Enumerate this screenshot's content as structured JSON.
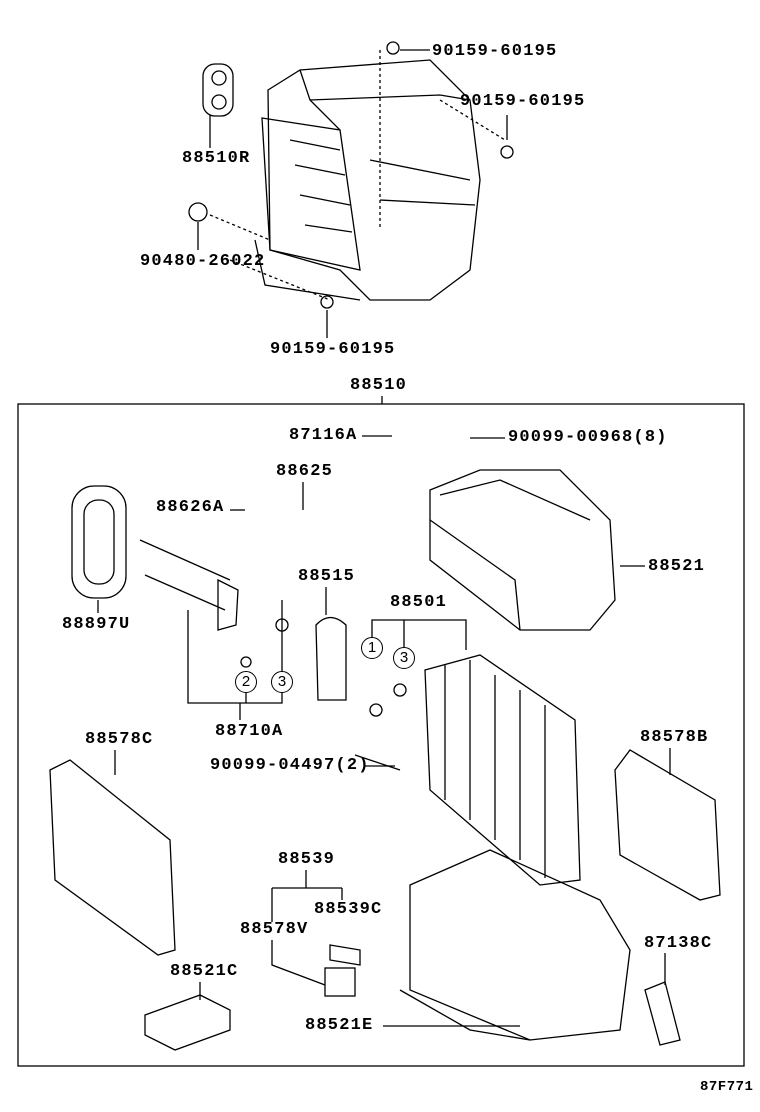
{
  "diagram_code": "87F771",
  "assembly_label": "88510",
  "labels": [
    {
      "id": "bolt-top-1",
      "text": "90159-60195"
    },
    {
      "id": "bolt-top-2",
      "text": "90159-60195"
    },
    {
      "id": "unit-assy",
      "text": "88510R"
    },
    {
      "id": "grommet",
      "text": "90480-26022"
    },
    {
      "id": "bolt-bottom",
      "text": "90159-60195"
    },
    {
      "id": "clip",
      "text": "87116A"
    },
    {
      "id": "screw",
      "text": "90099-00968(8)"
    },
    {
      "id": "thermistor",
      "text": "88625"
    },
    {
      "id": "clamp",
      "text": "88626A"
    },
    {
      "id": "upper-case",
      "text": "88521"
    },
    {
      "id": "expansion-valve",
      "text": "88515"
    },
    {
      "id": "evaporator",
      "text": "88501"
    },
    {
      "id": "seal",
      "text": "88897U"
    },
    {
      "id": "tube",
      "text": "88710A"
    },
    {
      "id": "packing-c",
      "text": "88578C"
    },
    {
      "id": "packing-b",
      "text": "88578B"
    },
    {
      "id": "bolt-long",
      "text": "90099-04497(2)"
    },
    {
      "id": "drain-hose",
      "text": "88539"
    },
    {
      "id": "drain-c",
      "text": "88539C"
    },
    {
      "id": "packing-v",
      "text": "88578V"
    },
    {
      "id": "amplifier",
      "text": "87138C"
    },
    {
      "id": "cover",
      "text": "88521C"
    },
    {
      "id": "lower-case",
      "text": "88521E"
    }
  ],
  "callouts": [
    "1",
    "3",
    "2",
    "3"
  ]
}
